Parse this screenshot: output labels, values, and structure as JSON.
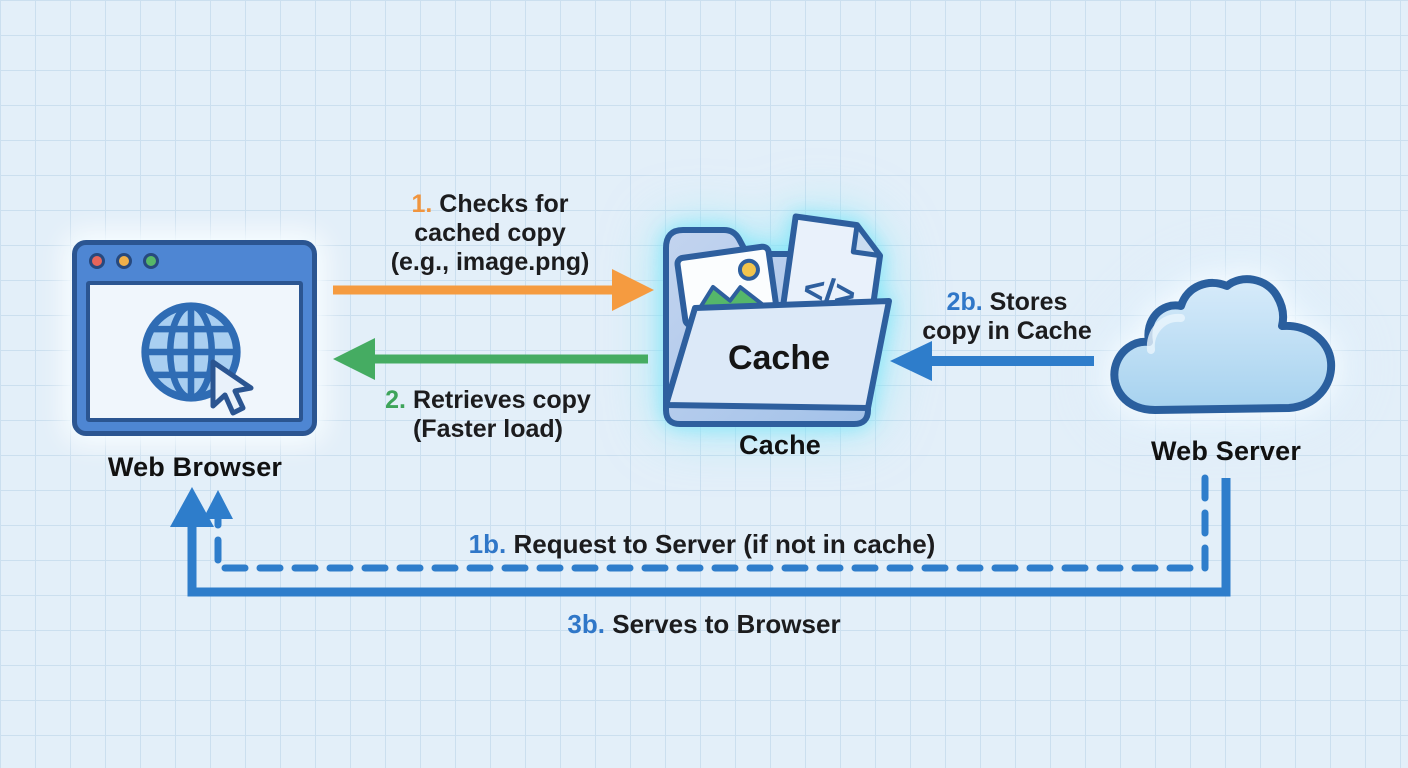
{
  "nodes": {
    "browser": {
      "label": "Web Browser"
    },
    "cache": {
      "label": "Cache",
      "folder_text": "Cache",
      "code_glyph": "</>"
    },
    "server": {
      "label": "Web Server"
    }
  },
  "steps": {
    "s1": {
      "num": "1.",
      "line1": "Checks for",
      "line2": "cached copy",
      "line3": "(e.g., image.png)",
      "color": "#F0953F",
      "arrow": "solid right, browser to cache"
    },
    "s2": {
      "num": "2.",
      "line1": "Retrieves copy",
      "line2": "(Faster load)",
      "color": "#3EA45A",
      "arrow": "solid left, cache to browser"
    },
    "s2b": {
      "num": "2b.",
      "line1": "Stores",
      "line2": "copy in Cache",
      "color": "#3077C8",
      "arrow": "solid left, server to cache"
    },
    "s1b": {
      "num": "1b.",
      "text": "Request to Server (if not in cache)",
      "color": "#3077C8",
      "arrow": "dashed elbow path between browser and server"
    },
    "s3b": {
      "num": "3b.",
      "text": "Serves to Browser",
      "color": "#3077C8",
      "arrow": "solid elbow path from server up into browser"
    }
  },
  "colors": {
    "background": "#E3EFF9",
    "grid_line": "#CBDFEF",
    "outline_dark_blue": "#2B5591",
    "browser_titlebar": "#4E86D3",
    "arrow_orange": "#F59B40",
    "arrow_green": "#45AC62",
    "arrow_blue": "#2E7DCB",
    "cache_glow": "#7EE6F8",
    "dot_red": "#E8655A",
    "dot_yellow": "#F0B04A",
    "dot_green": "#57B768"
  }
}
